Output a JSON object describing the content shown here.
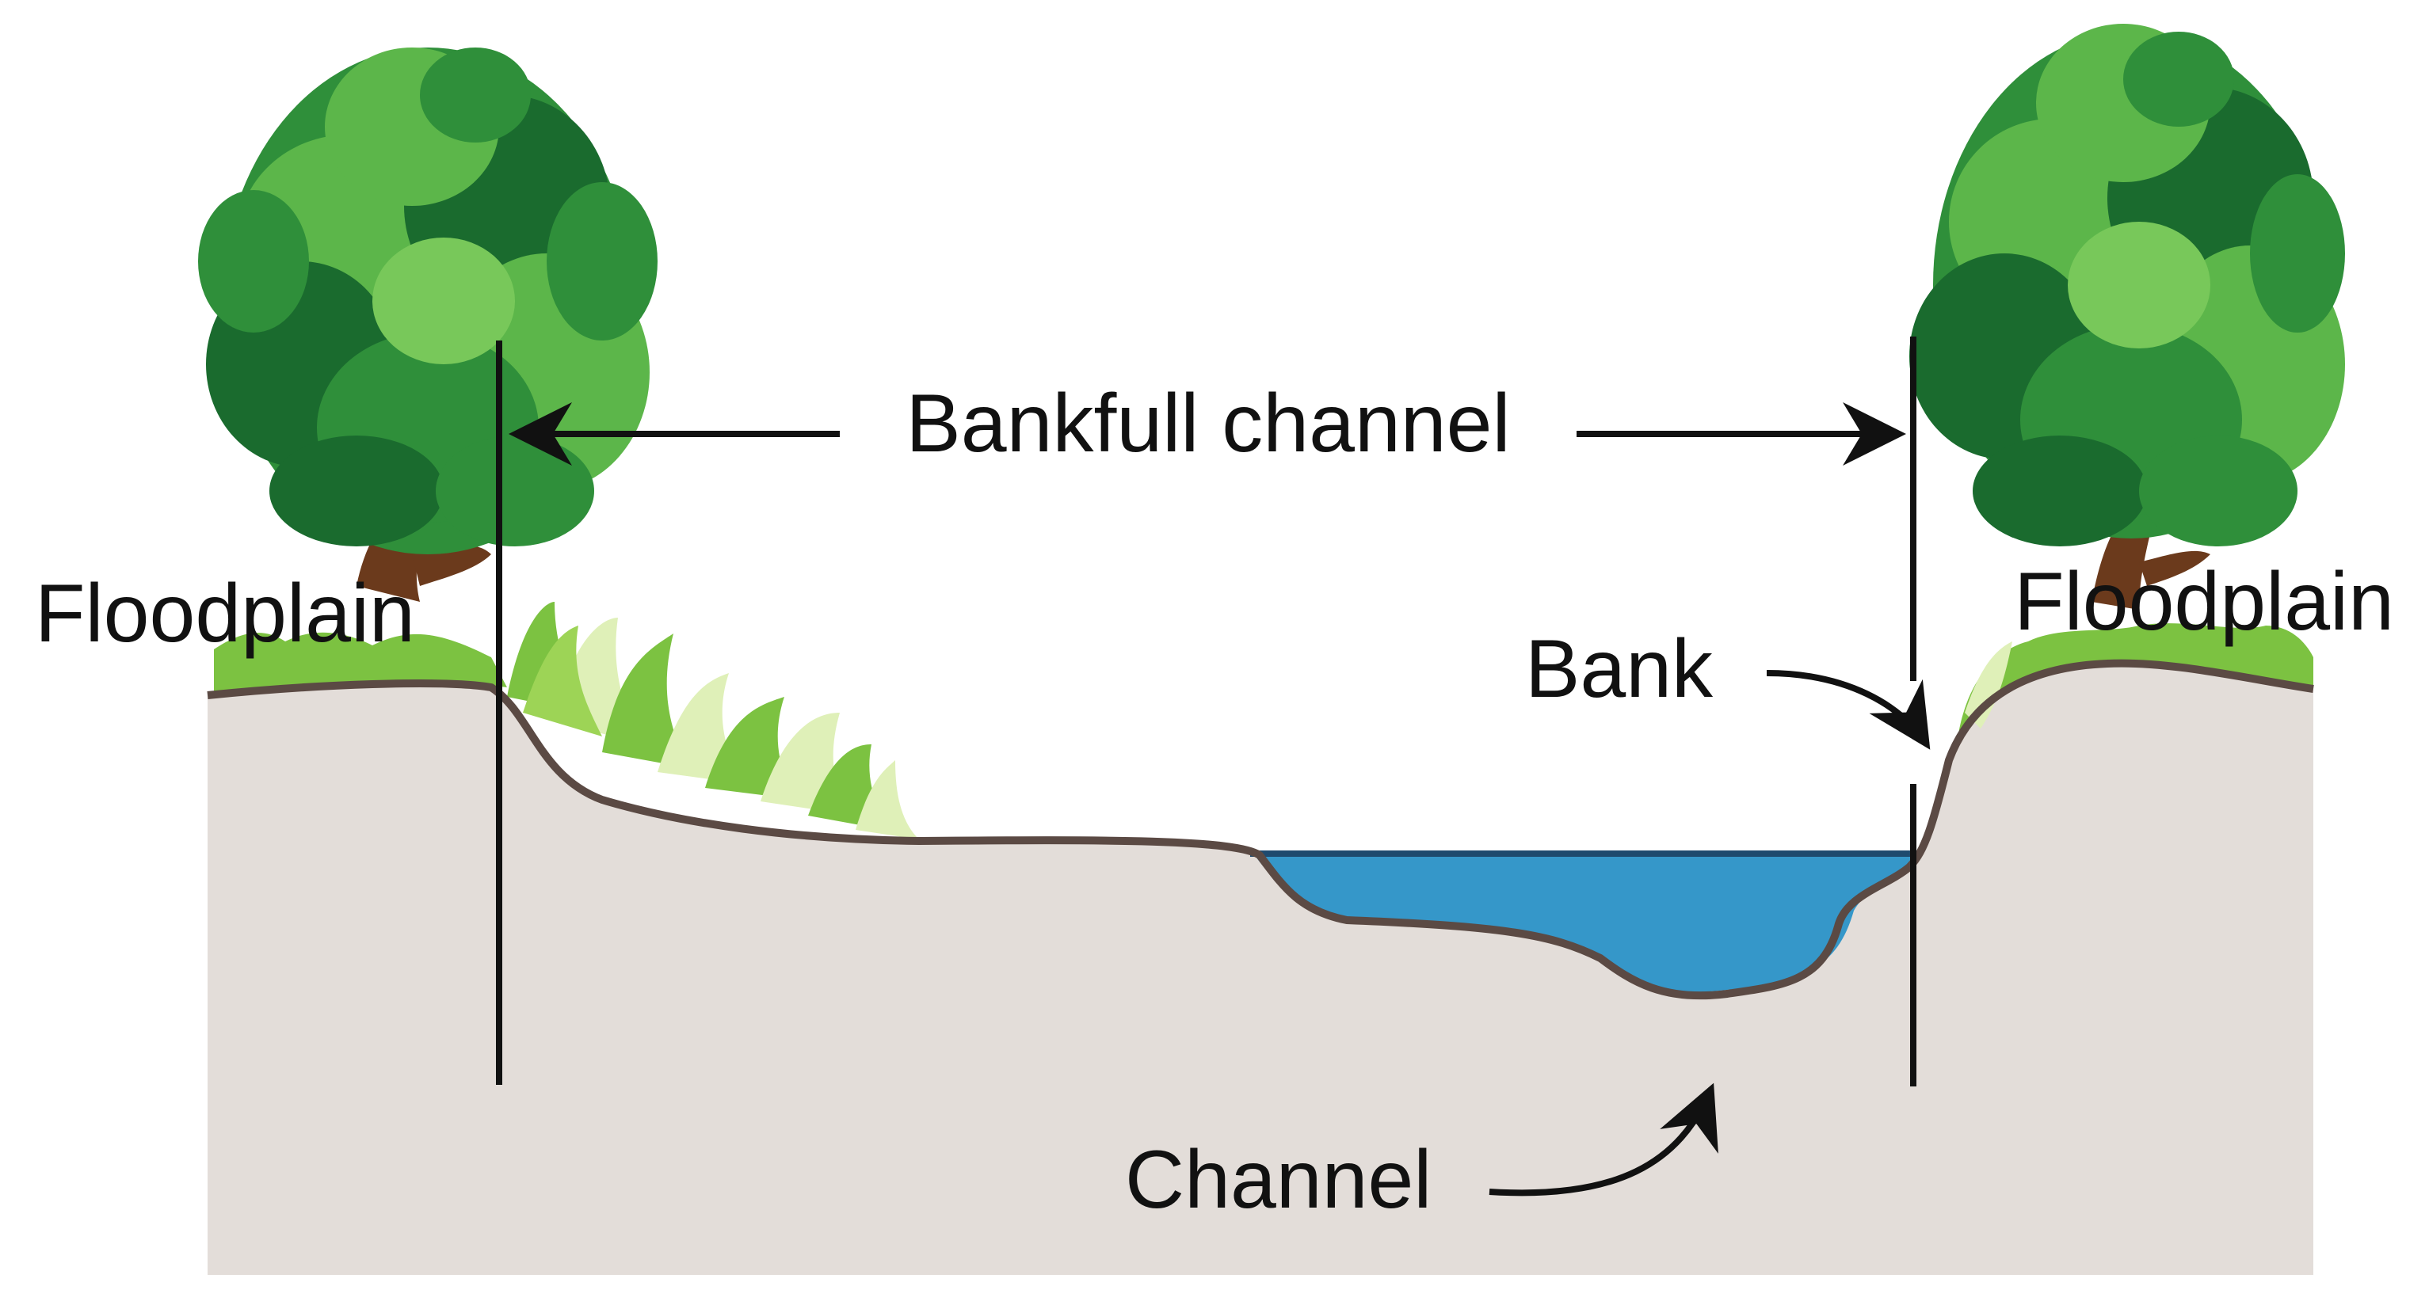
{
  "labels": {
    "bankfull_channel": "Bankfull channel",
    "floodplain_left": "Floodplain",
    "floodplain_right": "Floodplain",
    "bank": "Bank",
    "channel": "Channel"
  },
  "colors": {
    "soil": "#e3ddd9",
    "soil_outline": "#5b4a44",
    "water": "#3597c9",
    "water_line": "#1e4a6e",
    "grass": "#7cc241",
    "grass_light": "#dff0b8",
    "foliage_dark": "#1a6b2e",
    "foliage_mid": "#2f8f3a",
    "foliage_light": "#5cb64a",
    "trunk": "#6b3a1c",
    "ink": "#111111"
  }
}
